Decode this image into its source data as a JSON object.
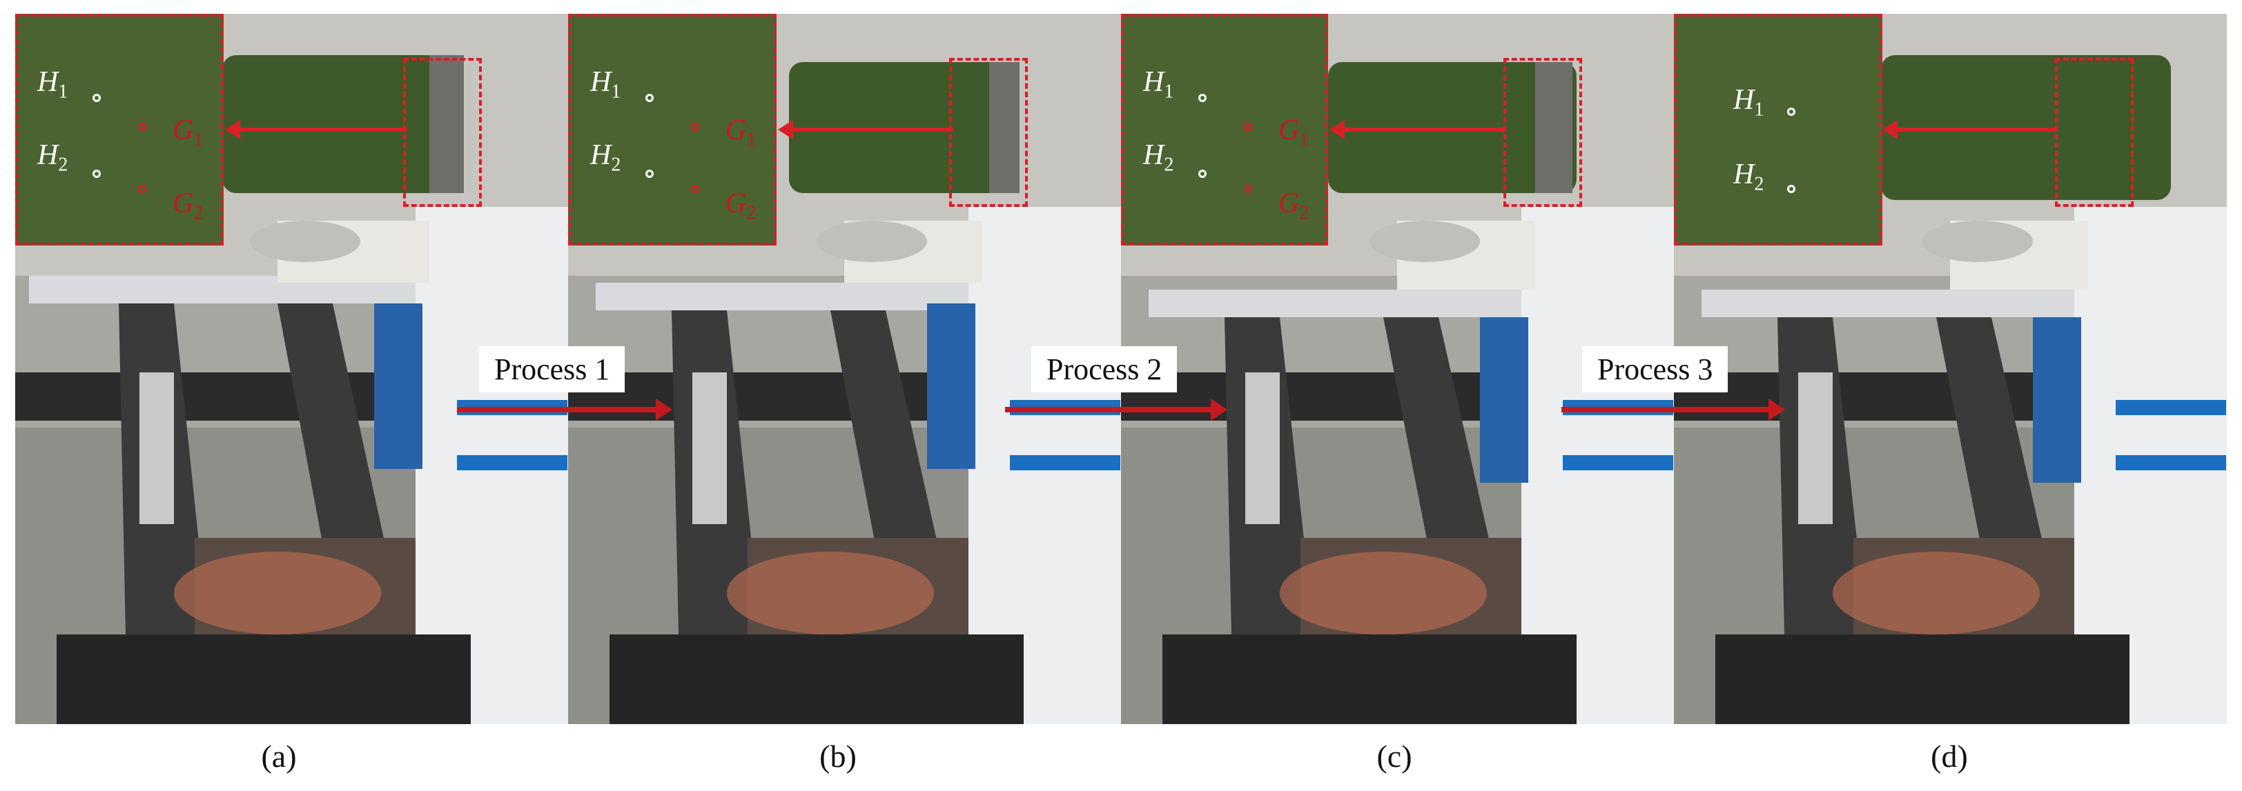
{
  "panels": [
    {
      "caption": "(a)",
      "labels": {
        "h1": "H",
        "h1_sub": "1",
        "h2": "H",
        "h2_sub": "2",
        "g1": "G",
        "g1_sub": "1",
        "g2": "G",
        "g2_sub": "2"
      }
    },
    {
      "caption": "(b)",
      "labels": {
        "h1": "H",
        "h1_sub": "1",
        "h2": "H",
        "h2_sub": "2",
        "g1": "G",
        "g1_sub": "1",
        "g2": "G",
        "g2_sub": "2"
      }
    },
    {
      "caption": "(c)",
      "labels": {
        "h1": "H",
        "h1_sub": "1",
        "h2": "H",
        "h2_sub": "2",
        "g1": "G",
        "g1_sub": "1",
        "g2": "G",
        "g2_sub": "2"
      }
    },
    {
      "caption": "(d)",
      "labels": {
        "h1": "H",
        "h1_sub": "1",
        "h2": "H",
        "h2_sub": "2"
      }
    }
  ],
  "processes": [
    {
      "label": "Process 1"
    },
    {
      "label": "Process 2"
    },
    {
      "label": "Process 3"
    }
  ],
  "colors": {
    "highlight": "#d81f26",
    "cylinder": "#3f5a2a",
    "background_floor": "#8a8a86",
    "platform": "#d9dade"
  }
}
